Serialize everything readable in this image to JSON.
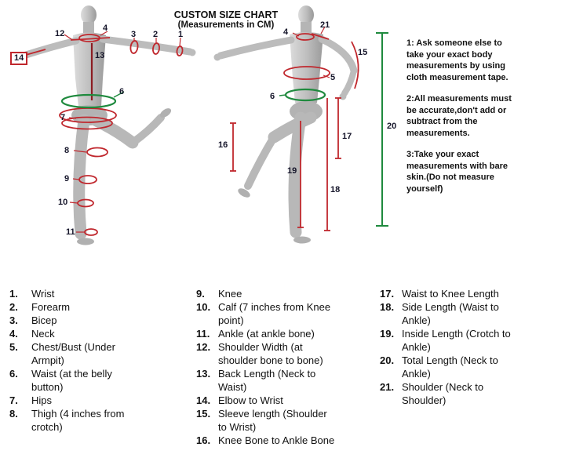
{
  "header": {
    "title": "CUSTOM SIZE CHART",
    "subtitle": "(Measurements in CM)"
  },
  "instructions": [
    "1: Ask someone else to take your exact body measurements by using cloth measurement tape.",
    "2:All measurements must be accurate,don't add or subtract from the measurements.",
    "3:Take your exact measurements with bare skin.(Do not measure yourself)"
  ],
  "diagram": {
    "back_labels": [
      "12",
      "4",
      "3",
      "2",
      "1",
      "14",
      "13",
      "6",
      "7",
      "8",
      "9",
      "10",
      "11"
    ],
    "front_labels": [
      "4",
      "21",
      "15",
      "5",
      "6",
      "16",
      "17",
      "19",
      "18",
      "20"
    ]
  },
  "legend": {
    "col1": [
      {
        "n": "1.",
        "t": "Wrist"
      },
      {
        "n": "2.",
        "t": "Forearm"
      },
      {
        "n": "3.",
        "t": "Bicep"
      },
      {
        "n": "4.",
        "t": "Neck"
      },
      {
        "n": "5.",
        "t": "Chest/Bust (Under Armpit)"
      },
      {
        "n": "6.",
        "t": "Waist (at the belly button)"
      },
      {
        "n": "7.",
        "t": "Hips"
      },
      {
        "n": "8.",
        "t": "Thigh (4 inches from crotch)"
      }
    ],
    "col2": [
      {
        "n": "9.",
        "t": "Knee"
      },
      {
        "n": "10.",
        "t": "Calf (7 inches from Knee point)"
      },
      {
        "n": "11.",
        "t": "Ankle (at ankle bone)"
      },
      {
        "n": "12.",
        "t": "Shoulder Width (at shoulder bone to bone)"
      },
      {
        "n": "13.",
        "t": "Back Length (Neck to Waist)"
      },
      {
        "n": "14.",
        "t": "Elbow to Wrist"
      },
      {
        "n": "15.",
        "t": "Sleeve length (Shoulder to Wrist)"
      },
      {
        "n": "16.",
        "t": "Knee Bone to Ankle Bone"
      }
    ],
    "col3": [
      {
        "n": "17.",
        "t": "Waist to Knee Length"
      },
      {
        "n": "18.",
        "t": "Side Length (Waist to Ankle)"
      },
      {
        "n": "19.",
        "t": "Inside Length (Crotch to Ankle)"
      },
      {
        "n": "20.",
        "t": "Total Length (Neck to Ankle)"
      },
      {
        "n": "21.",
        "t": "Shoulder (Neck to Shoulder)"
      }
    ]
  },
  "colors": {
    "measurement_red": "#c0272d",
    "measurement_green": "#1f8a3e",
    "back_length_red": "#8c1d22",
    "body_gray": "#bdbdbd"
  }
}
